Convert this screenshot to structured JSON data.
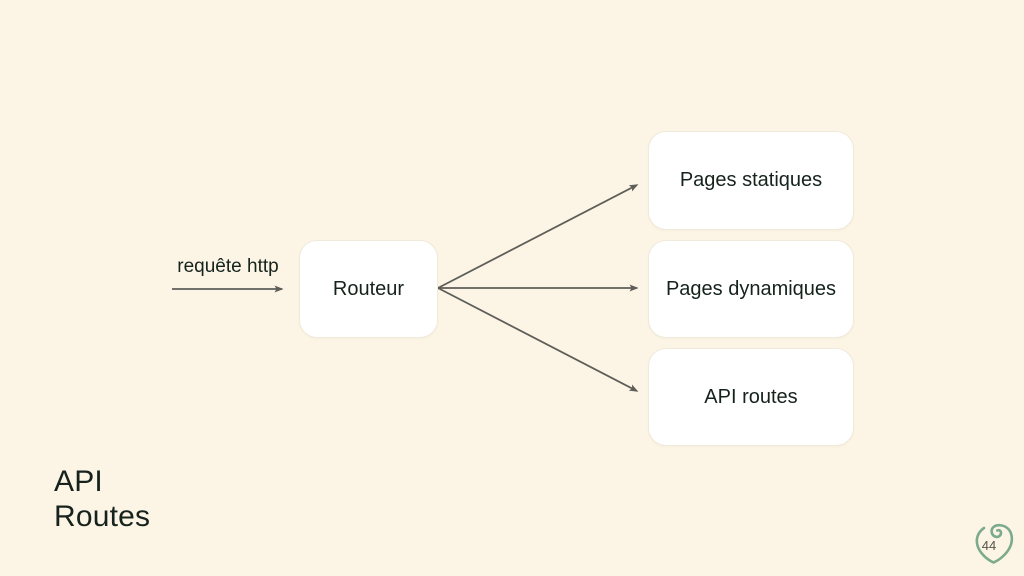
{
  "slide": {
    "title": {
      "line1": "API",
      "line2": "Routes"
    },
    "page_number": "44"
  },
  "diagram": {
    "request_label": "requête http",
    "router": {
      "label": "Routeur"
    },
    "targets": [
      {
        "label": "Pages statiques"
      },
      {
        "label": "Pages dynamiques"
      },
      {
        "label": "API routes"
      }
    ]
  },
  "colors": {
    "background": "#fcf4e5",
    "box_fill": "#ffffff",
    "box_border": "#f0eadb",
    "arrow": "#5e5e58",
    "text": "#16231d",
    "logo_green": "#7caa8d",
    "page_number_text": "#56544c"
  },
  "icons": {
    "logo": "spiral-shield-logo-icon"
  }
}
